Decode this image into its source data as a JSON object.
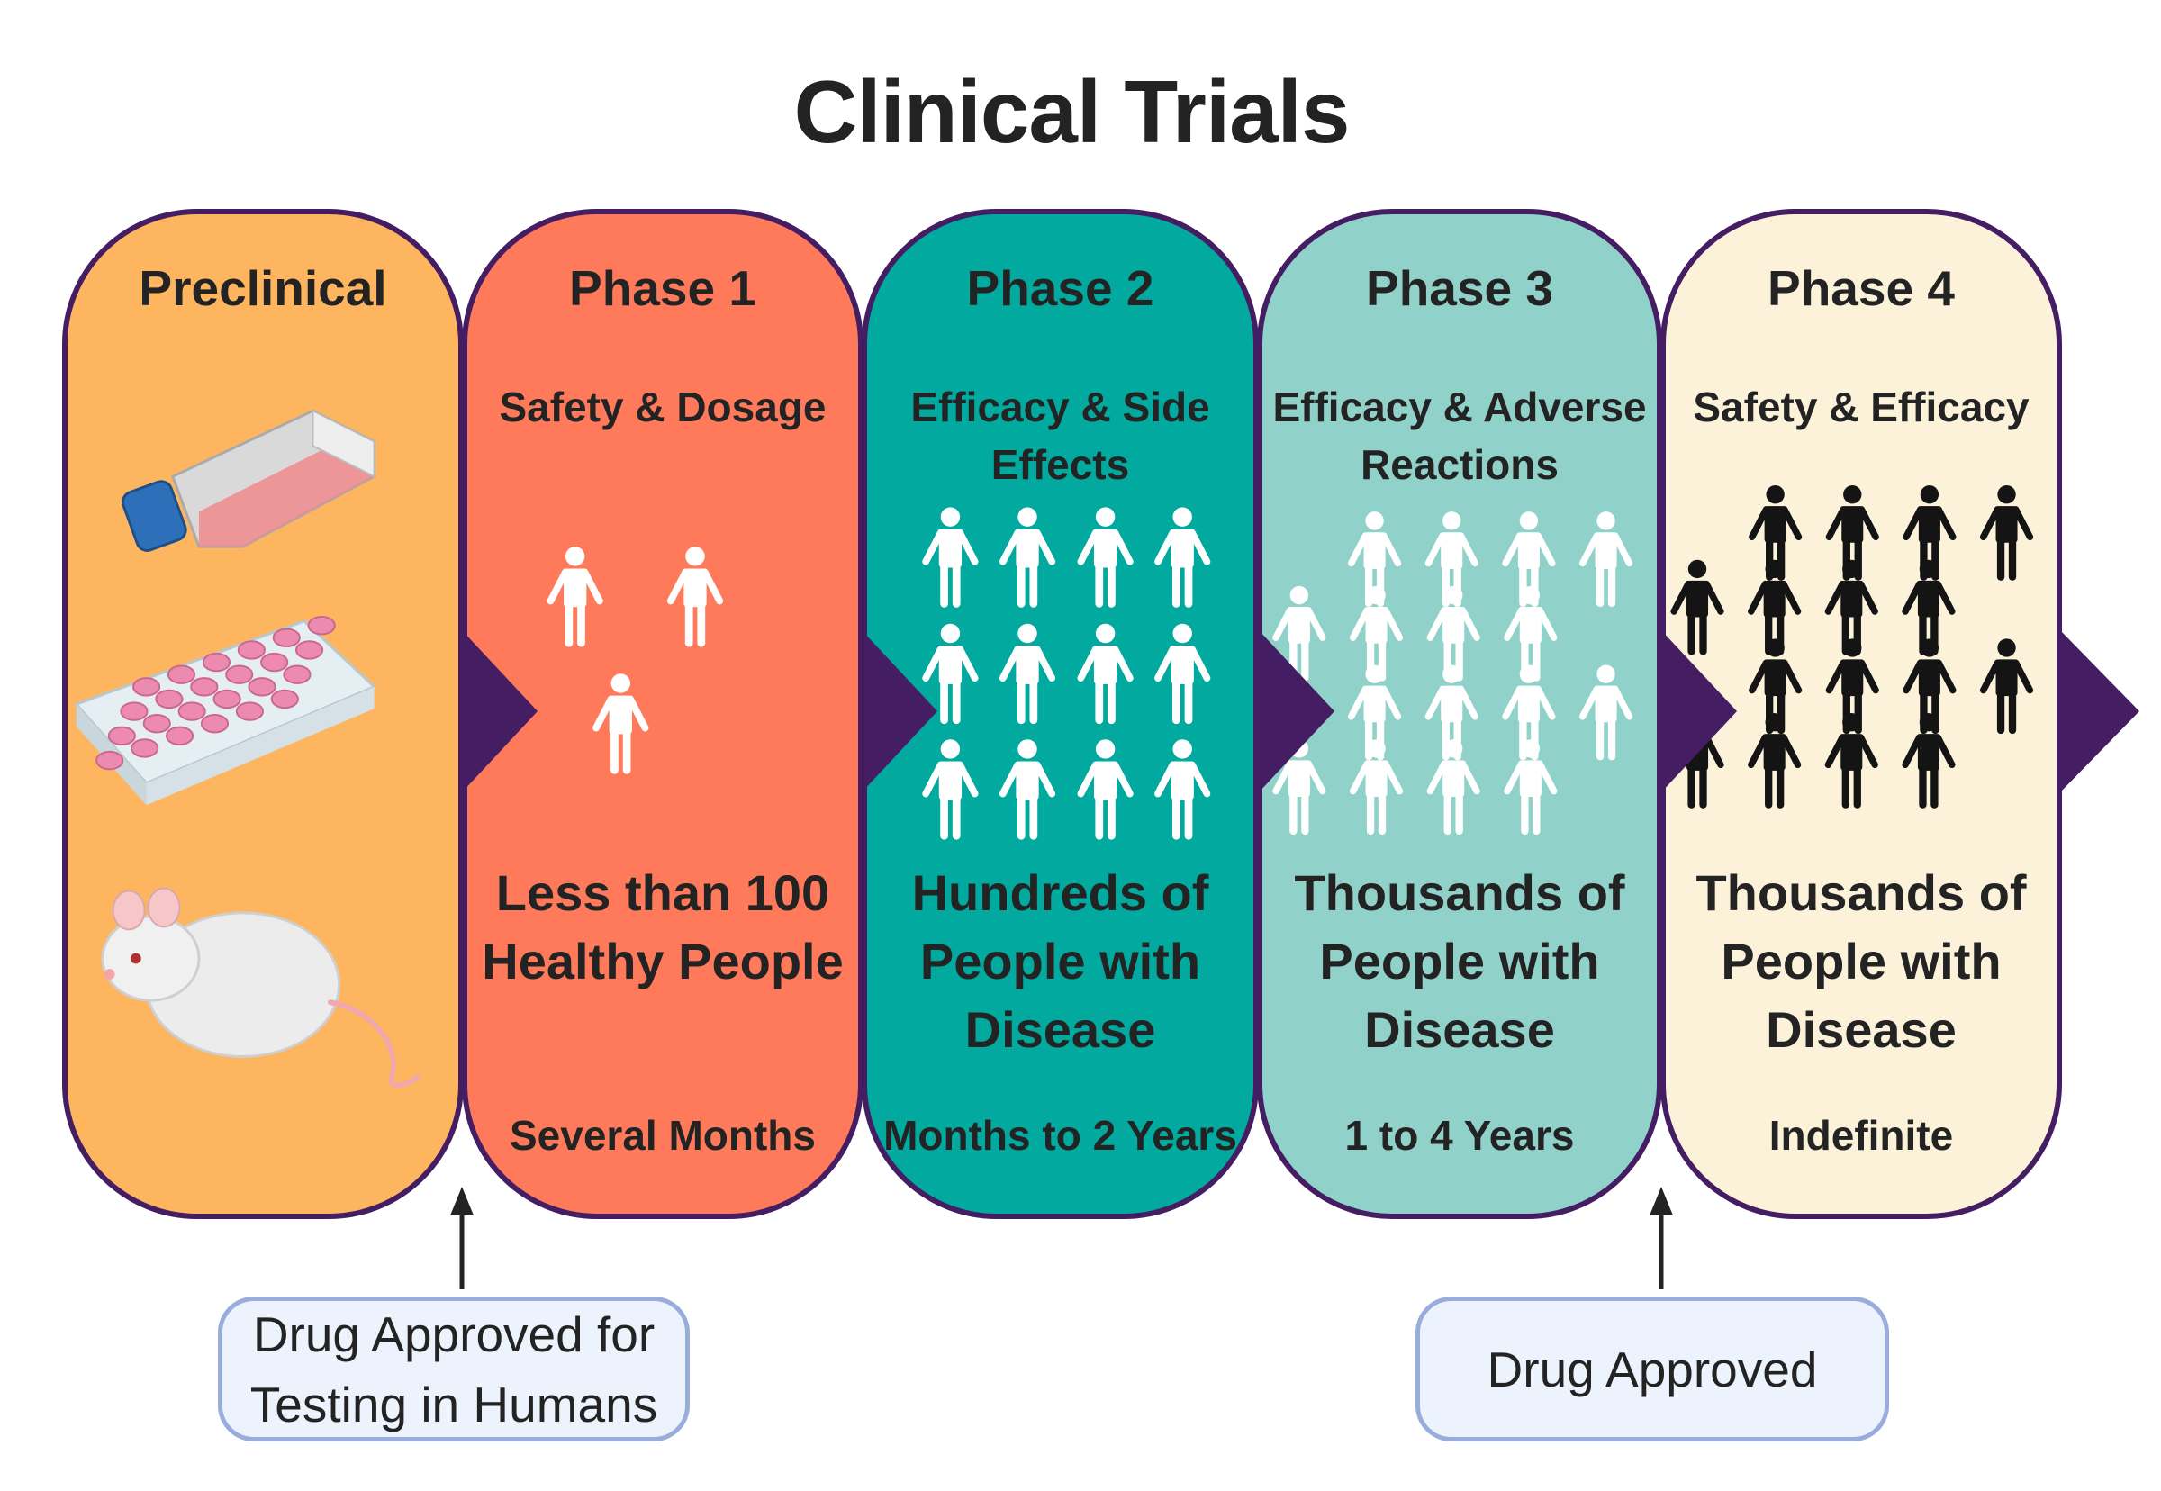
{
  "title": "Clinical Trials",
  "colors": {
    "border": "#441d63",
    "preclinical": "#fdb560",
    "phase1": "#ff7a5b",
    "phase2": "#01a99f",
    "phase3": "#90d2c9",
    "phase4": "#fbf2d9",
    "callout_fill": "#edf3fc",
    "callout_border": "#98addb"
  },
  "stages": [
    {
      "id": "preclinical",
      "title": "Preclinical",
      "subtitle": "",
      "population": "",
      "duration": "",
      "illustrations": [
        "cell-culture-flask-icon",
        "well-plate-icon",
        "lab-mouse-icon"
      ]
    },
    {
      "id": "phase1",
      "title": "Phase 1",
      "subtitle": "Safety & Dosage",
      "population": "Less than 100 Healthy People",
      "population_lines": [
        "Less than 100",
        "Healthy People"
      ],
      "duration": "Several Months",
      "people_icon_count": 3,
      "people_color": "white"
    },
    {
      "id": "phase2",
      "title": "Phase 2",
      "subtitle": "Efficacy & Side Effects",
      "subtitle_lines": [
        "Efficacy & Side",
        "Effects"
      ],
      "population": "Hundreds of People with Disease",
      "population_lines": [
        "Hundreds of",
        "People with",
        "Disease"
      ],
      "duration": "Months to 2 Years",
      "people_icon_count": 12,
      "people_color": "white"
    },
    {
      "id": "phase3",
      "title": "Phase 3",
      "subtitle": "Efficacy & Adverse Reactions",
      "subtitle_lines": [
        "Efficacy & Adverse",
        "Reactions"
      ],
      "population": "Thousands of People with Disease",
      "population_lines": [
        "Thousands of",
        "People with",
        "Disease"
      ],
      "duration": "1 to 4 Years",
      "people_icon_count": 16,
      "people_color": "white"
    },
    {
      "id": "phase4",
      "title": "Phase 4",
      "subtitle": "Safety & Efficacy",
      "population": "Thousands of People with Disease",
      "population_lines": [
        "Thousands of",
        "People with",
        "Disease"
      ],
      "duration": "Indefinite",
      "people_icon_count": 16,
      "people_color": "black"
    }
  ],
  "callouts": [
    {
      "id": "ind",
      "text": "Drug Approved for Testing in Humans",
      "lines": [
        "Drug Approved for",
        "Testing in Humans"
      ],
      "points_between": [
        "Preclinical",
        "Phase 1"
      ]
    },
    {
      "id": "nda",
      "text": "Drug Approved",
      "lines": [
        "Drug Approved"
      ],
      "points_between": [
        "Phase 3",
        "Phase 4"
      ]
    }
  ]
}
